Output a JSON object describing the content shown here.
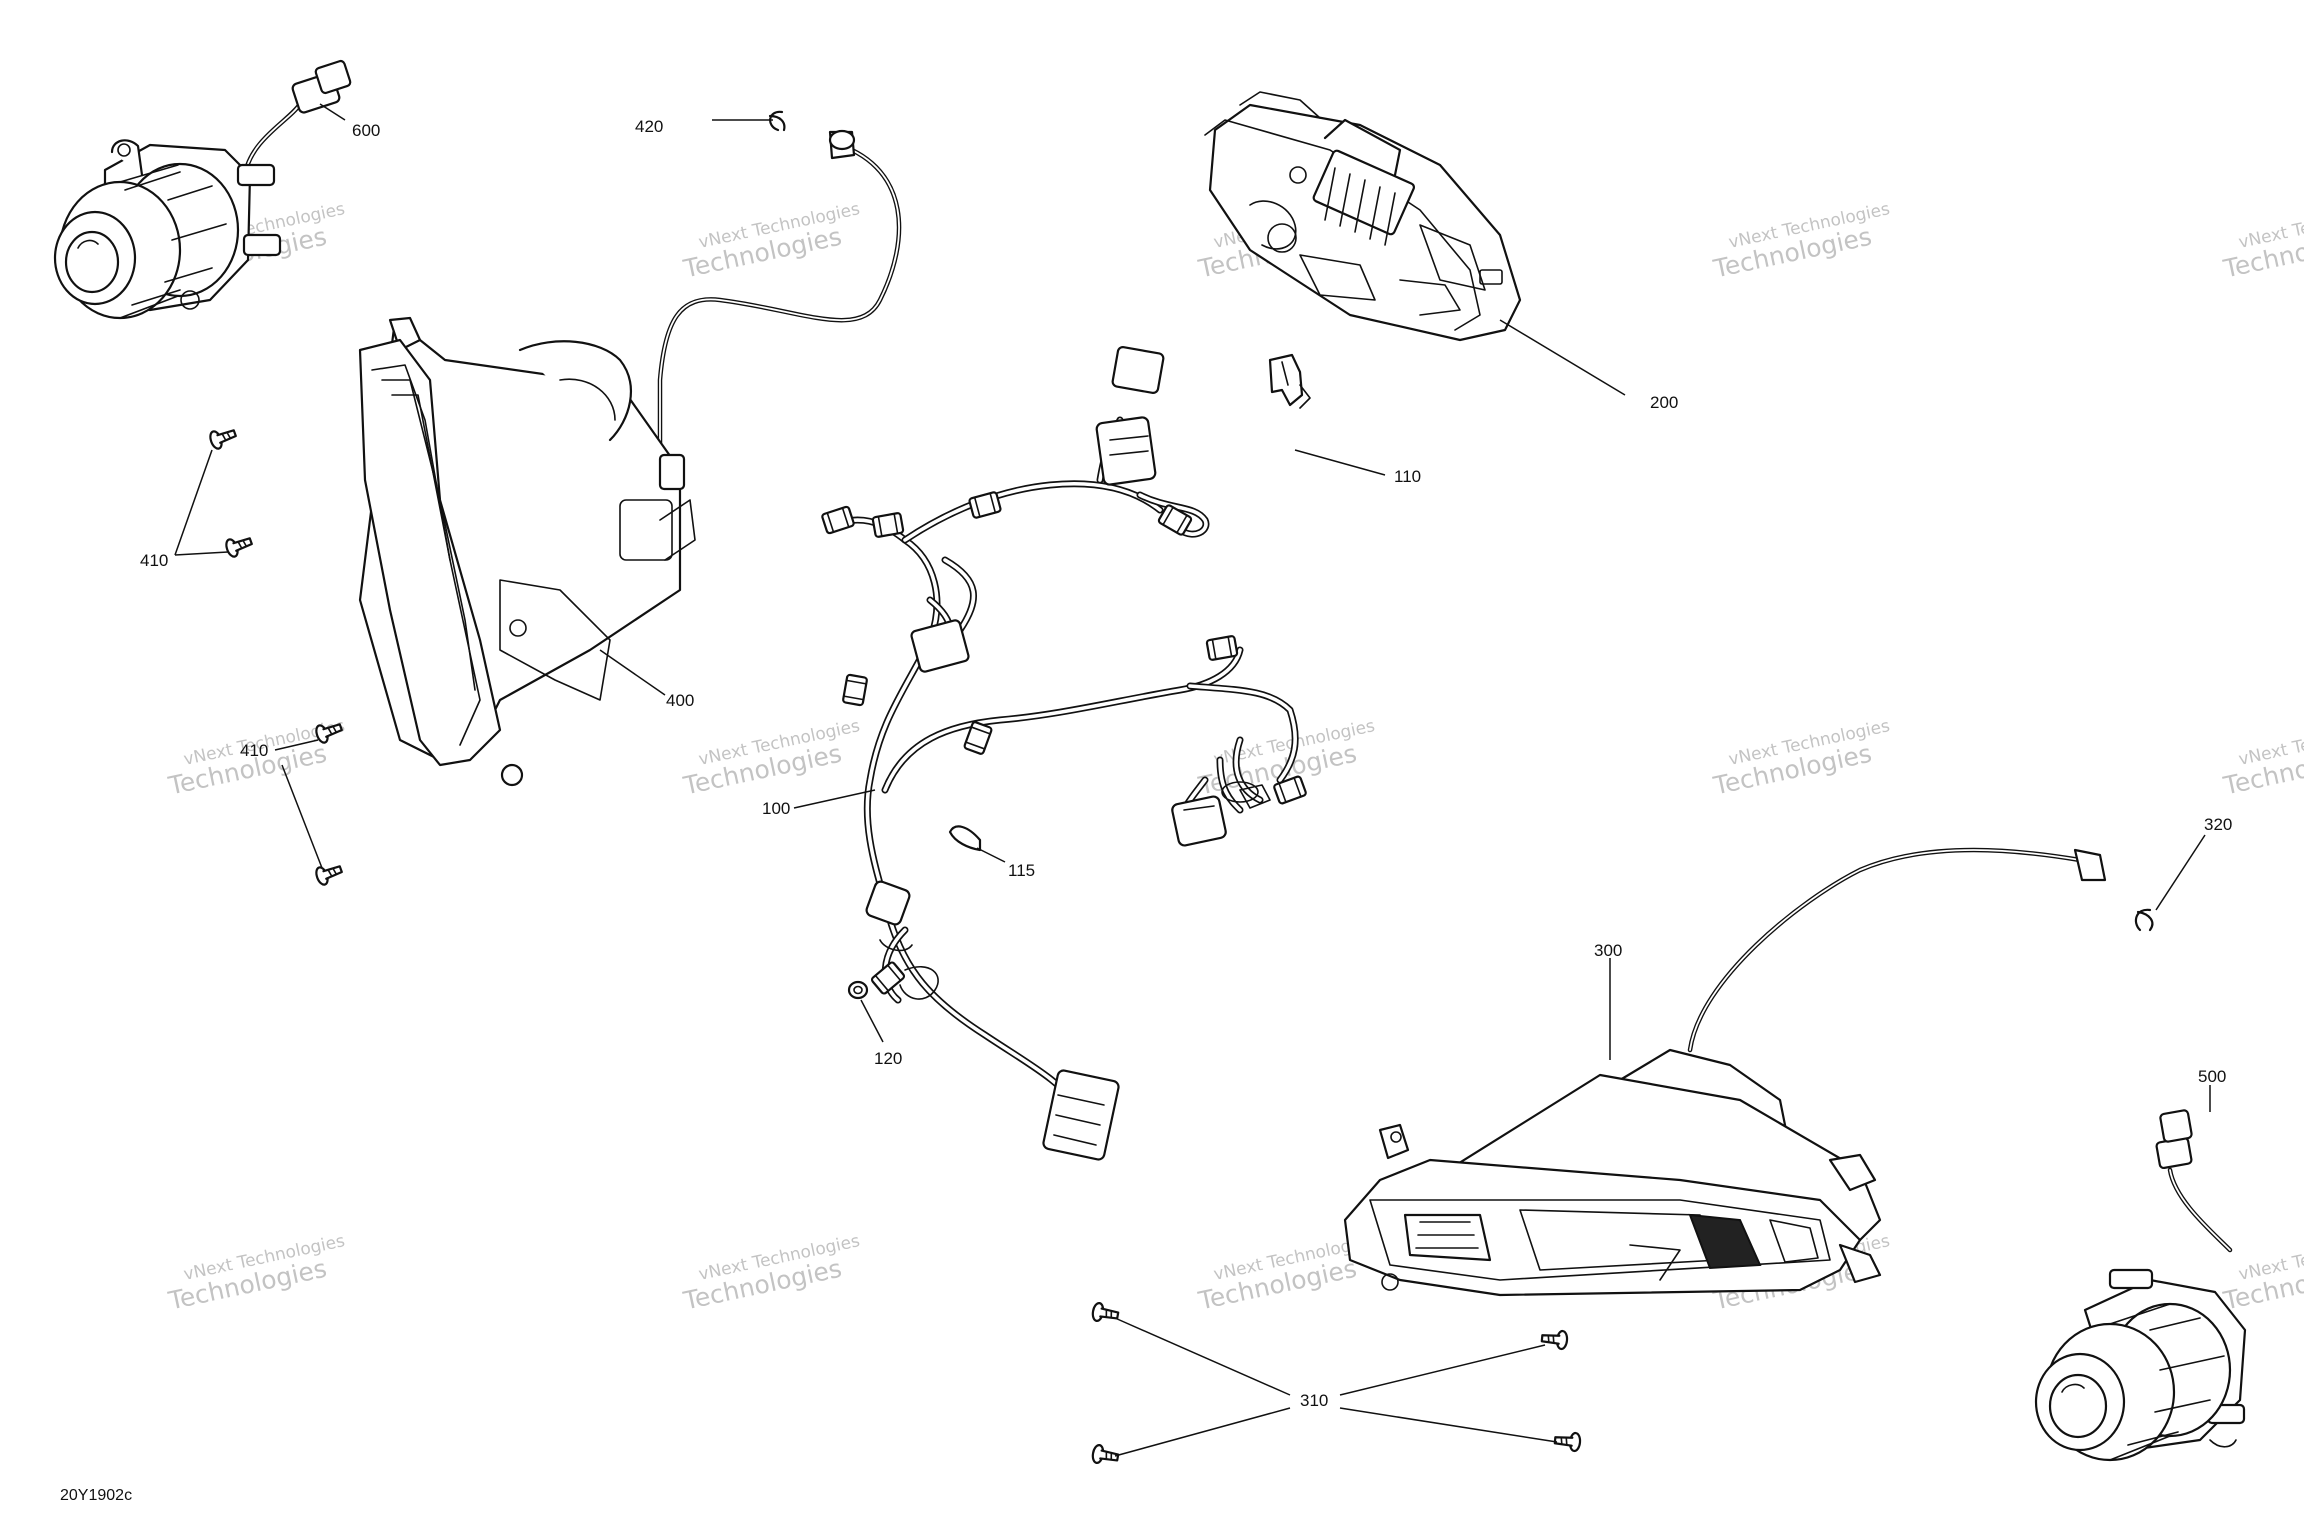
{
  "diagram_code": "20Y1902c",
  "watermark": {
    "line1": "vNext Technologies",
    "line2": "Technologies"
  },
  "callouts": {
    "c100": "100",
    "c110": "110",
    "c115": "115",
    "c120": "120",
    "c200": "200",
    "c300": "300",
    "c310": "310",
    "c320": "320",
    "c400": "400",
    "c410a": "410",
    "c410b": "410",
    "c420": "420",
    "c500": "500",
    "c600": "600"
  },
  "parts": [
    {
      "ref": "100",
      "description": "wiring harness"
    },
    {
      "ref": "110",
      "description": "clip"
    },
    {
      "ref": "115",
      "description": "tie clip"
    },
    {
      "ref": "120",
      "description": "nut"
    },
    {
      "ref": "200",
      "description": "instrument cluster"
    },
    {
      "ref": "300",
      "description": "right headlamp"
    },
    {
      "ref": "310",
      "description": "screw"
    },
    {
      "ref": "320",
      "description": "retaining clip"
    },
    {
      "ref": "400",
      "description": "left headlamp"
    },
    {
      "ref": "410",
      "description": "screw"
    },
    {
      "ref": "420",
      "description": "retaining clip"
    },
    {
      "ref": "500",
      "description": "right auxiliary lamp"
    },
    {
      "ref": "600",
      "description": "left auxiliary lamp"
    }
  ]
}
